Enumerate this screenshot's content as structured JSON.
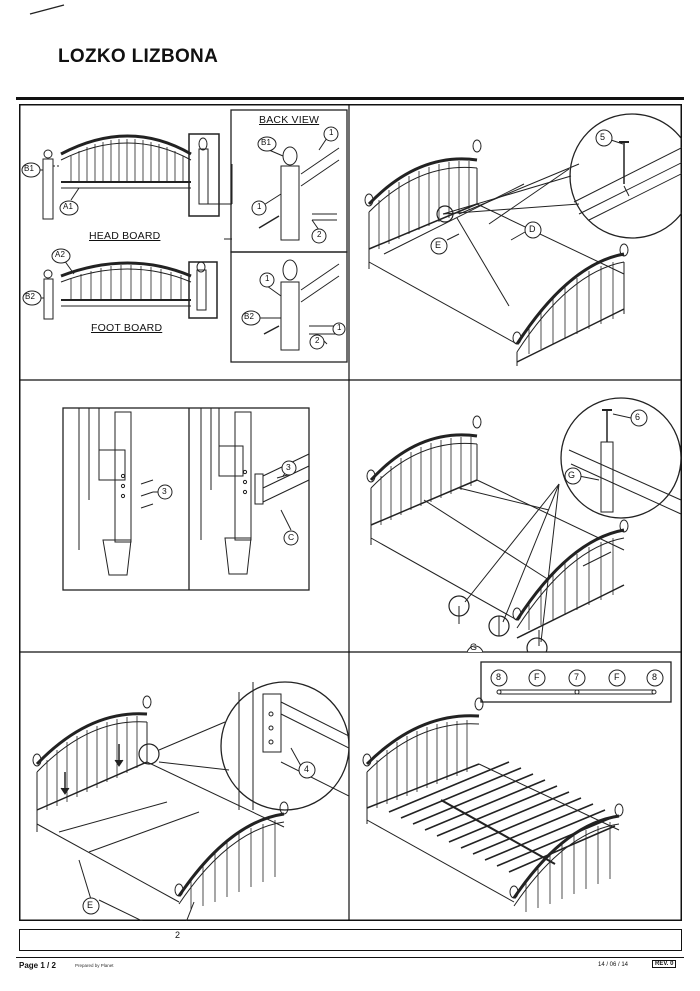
{
  "document": {
    "title": "LOZKO LIZBONA"
  },
  "panels": {
    "p1": {
      "back_view_label": "BACK VIEW",
      "head_board_label": "HEAD BOARD",
      "foot_board_label": "FOOT BOARD",
      "callouts": [
        "B1",
        "A1",
        "A2",
        "B2",
        "B1",
        "1",
        "1",
        "2",
        "1",
        "B2",
        "2",
        "1"
      ]
    },
    "p2": {
      "callouts": [
        "5",
        "E",
        "D"
      ]
    },
    "p3": {
      "callouts": [
        "3",
        "3",
        "C"
      ]
    },
    "p4": {
      "callouts": [
        "6",
        "G",
        "G"
      ]
    },
    "p5": {
      "callouts": [
        "E",
        "2",
        "4"
      ]
    },
    "p6": {
      "callouts": [
        "8",
        "F",
        "7",
        "F",
        "8"
      ]
    }
  },
  "footer": {
    "page": "Page 1 / 2",
    "prepared": "Prepared by  Planet",
    "date": "14 / 06 / 14",
    "rev": "REV. 0"
  }
}
